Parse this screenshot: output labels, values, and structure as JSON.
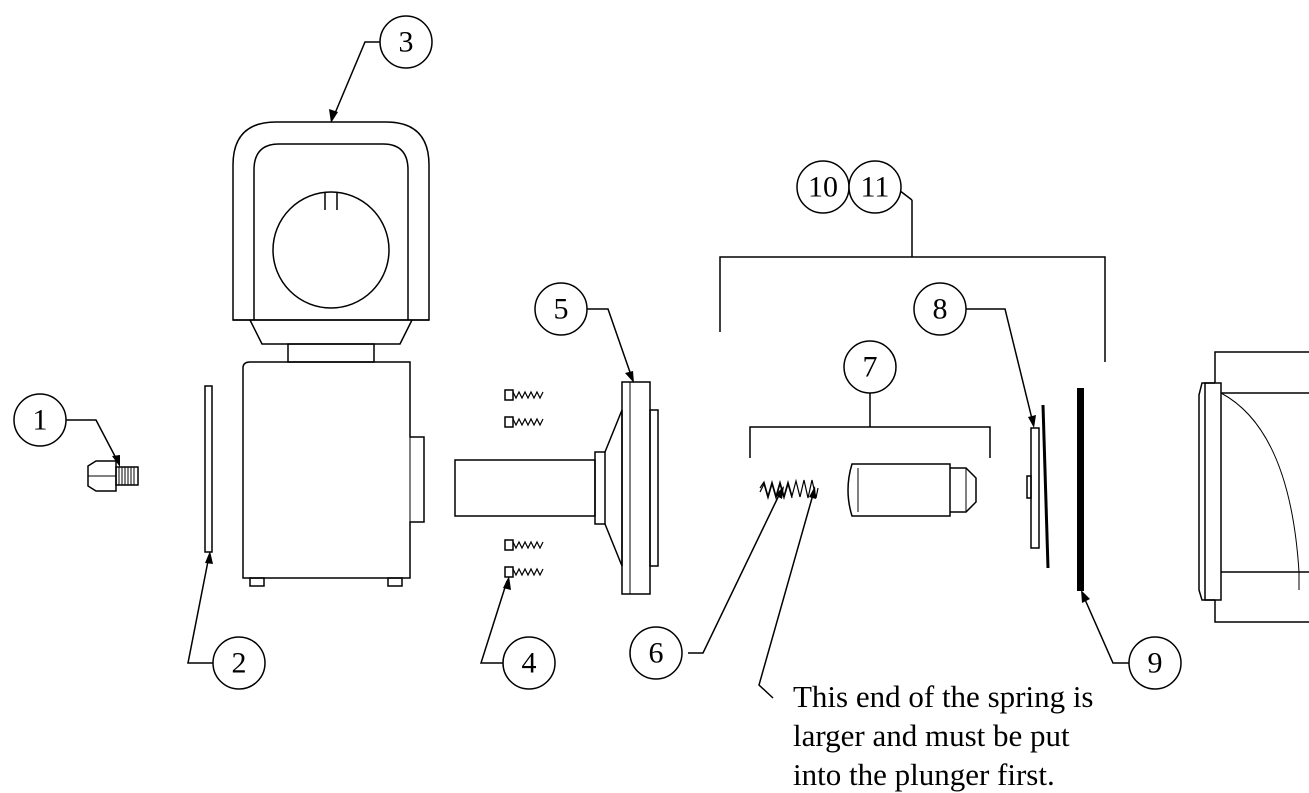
{
  "callouts": [
    {
      "id": "c1",
      "label": "1"
    },
    {
      "id": "c2",
      "label": "2"
    },
    {
      "id": "c3",
      "label": "3"
    },
    {
      "id": "c4",
      "label": "4"
    },
    {
      "id": "c5",
      "label": "5"
    },
    {
      "id": "c6",
      "label": "6"
    },
    {
      "id": "c7",
      "label": "7"
    },
    {
      "id": "c8",
      "label": "8"
    },
    {
      "id": "c9",
      "label": "9"
    },
    {
      "id": "c10",
      "label": "10"
    },
    {
      "id": "c11",
      "label": "11"
    }
  ],
  "note": {
    "lines": [
      "This end of the spring is",
      "larger and must be put",
      "into the plunger first."
    ]
  }
}
